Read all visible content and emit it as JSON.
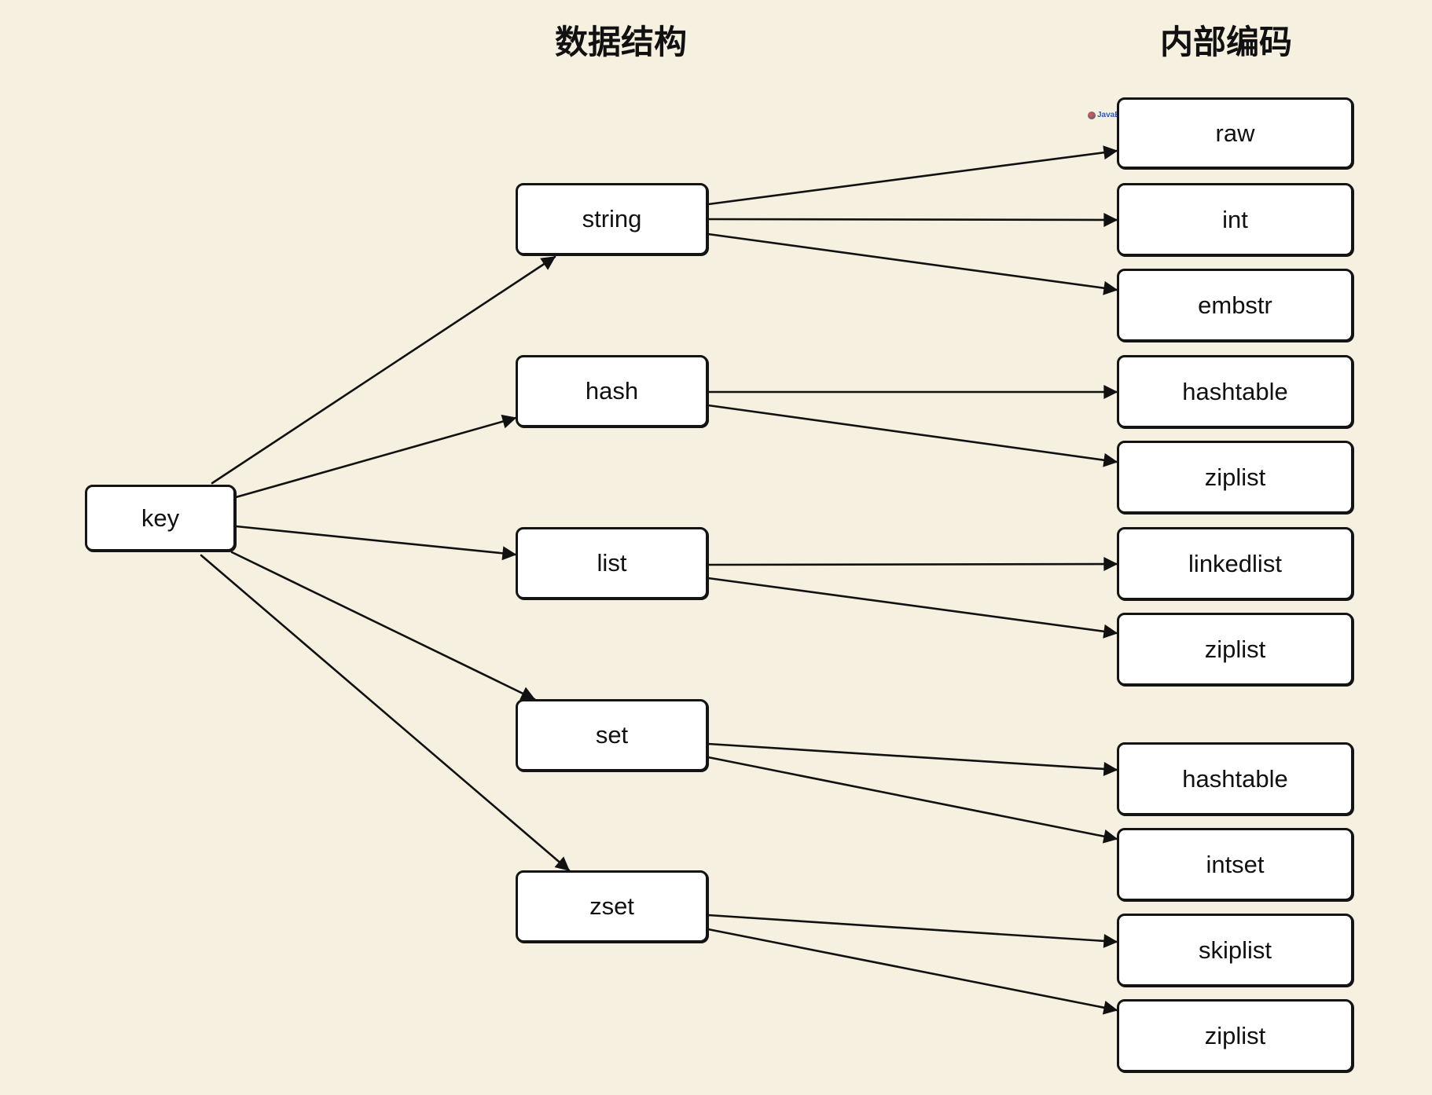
{
  "headers": {
    "data_structures": "数据结构",
    "encodings": "内部编码"
  },
  "watermark": "JavaEdge",
  "root": {
    "id": "key",
    "label": "key"
  },
  "structures": [
    {
      "id": "string",
      "label": "string"
    },
    {
      "id": "hash",
      "label": "hash"
    },
    {
      "id": "list",
      "label": "list"
    },
    {
      "id": "set",
      "label": "set"
    },
    {
      "id": "zset",
      "label": "zset"
    }
  ],
  "encodings": [
    {
      "id": "raw",
      "label": "raw"
    },
    {
      "id": "int",
      "label": "int"
    },
    {
      "id": "embstr",
      "label": "embstr"
    },
    {
      "id": "hash-hashtable",
      "label": "hashtable"
    },
    {
      "id": "hash-ziplist",
      "label": "ziplist"
    },
    {
      "id": "linkedlist",
      "label": "linkedlist"
    },
    {
      "id": "list-ziplist",
      "label": "ziplist"
    },
    {
      "id": "set-hashtable",
      "label": "hashtable"
    },
    {
      "id": "intset",
      "label": "intset"
    },
    {
      "id": "skiplist",
      "label": "skiplist"
    },
    {
      "id": "zset-ziplist",
      "label": "ziplist"
    }
  ],
  "edges": [
    {
      "from": "key",
      "to": "string"
    },
    {
      "from": "key",
      "to": "hash"
    },
    {
      "from": "key",
      "to": "list"
    },
    {
      "from": "key",
      "to": "set"
    },
    {
      "from": "key",
      "to": "zset"
    },
    {
      "from": "string",
      "to": "raw"
    },
    {
      "from": "string",
      "to": "int"
    },
    {
      "from": "string",
      "to": "embstr"
    },
    {
      "from": "hash",
      "to": "hash-hashtable"
    },
    {
      "from": "hash",
      "to": "hash-ziplist"
    },
    {
      "from": "list",
      "to": "linkedlist"
    },
    {
      "from": "list",
      "to": "list-ziplist"
    },
    {
      "from": "set",
      "to": "set-hashtable"
    },
    {
      "from": "set",
      "to": "intset"
    },
    {
      "from": "zset",
      "to": "skiplist"
    },
    {
      "from": "zset",
      "to": "zset-ziplist"
    }
  ]
}
